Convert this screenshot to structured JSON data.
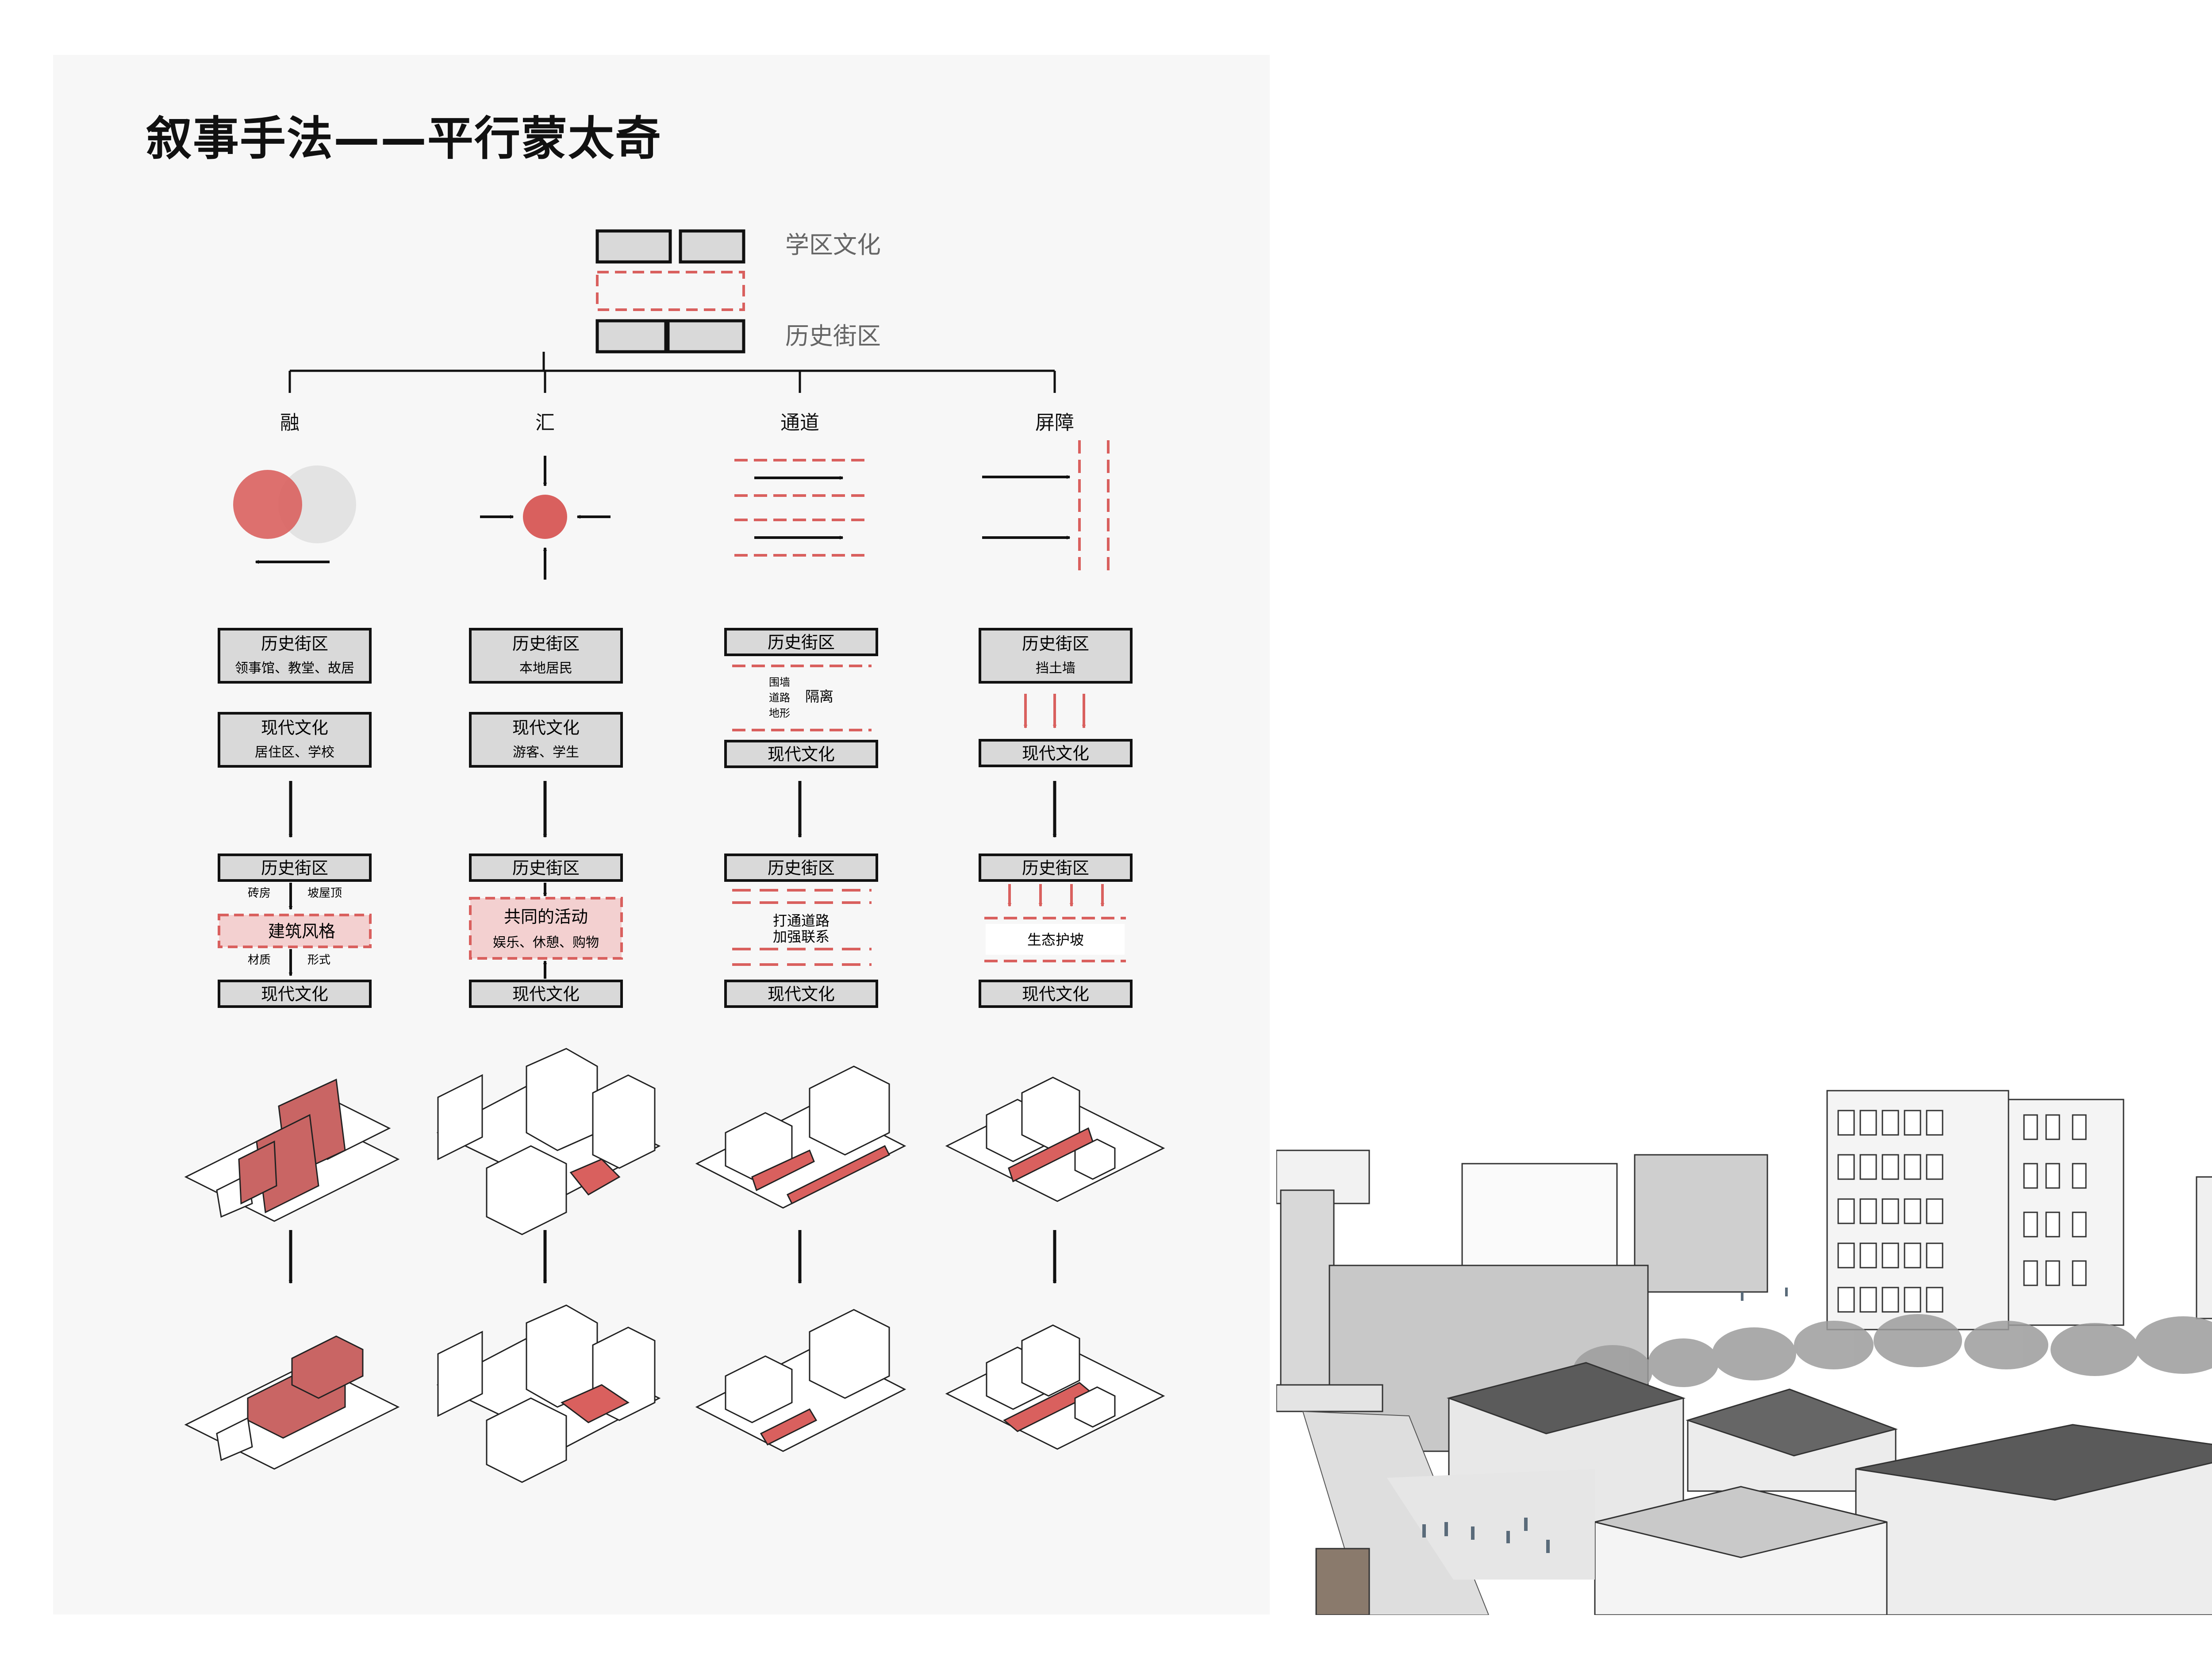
{
  "title": "叙事手法——平行蒙太奇",
  "legend": {
    "top_label": "学区文化",
    "bottom_label": "历史街区"
  },
  "columns": [
    {
      "heading": "融",
      "box1_title": "历史街区",
      "box1_sub": "领事馆、教堂、故居",
      "box2_title": "现代文化",
      "box2_sub": "居住区、学校",
      "top_title": "历史街区",
      "side_left_top": "砖房",
      "side_right_top": "坡屋顶",
      "mid_title": "建筑风格",
      "side_left_bottom": "材质",
      "side_right_bottom": "形式",
      "bottom_title": "现代文化"
    },
    {
      "heading": "汇",
      "box1_title": "历史街区",
      "box1_sub": "本地居民",
      "box2_title": "现代文化",
      "box2_sub": "游客、学生",
      "top_title": "历史街区",
      "mid_title": "共同的活动",
      "mid_sub": "娱乐、休憩、购物",
      "bottom_title": "现代文化"
    },
    {
      "heading": "通道",
      "box1_title": "历史街区",
      "side_list": [
        "围墙",
        "道路",
        "地形"
      ],
      "side_right": "隔离",
      "box2_title": "现代文化",
      "top_title": "历史街区",
      "mid_line1": "打通道路",
      "mid_line2": "加强联系",
      "bottom_title": "现代文化"
    },
    {
      "heading": "屏障",
      "box1_title": "历史街区",
      "box1_sub": "挡土墙",
      "box2_title": "现代文化",
      "top_title": "历史街区",
      "mid_title": "生态护坡",
      "bottom_title": "现代文化"
    }
  ],
  "colors": {
    "accent": "#d9605e",
    "accent_light": "#f3d0d0",
    "box_fill": "#d9d9d9",
    "panel_bg": "#f7f7f7",
    "ink": "#111111"
  }
}
